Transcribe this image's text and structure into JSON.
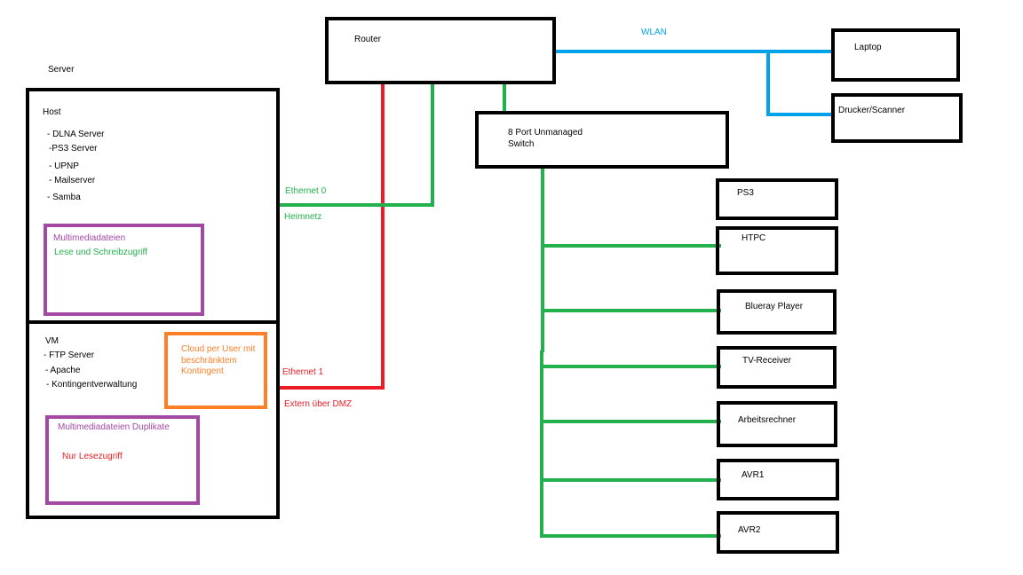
{
  "colors": {
    "black": "#000000",
    "green": "#22b14c",
    "red": "#ed1c24",
    "blue": "#00a2e8",
    "purple": "#a349a4",
    "orange": "#ff7f27"
  },
  "server": {
    "title": "Server",
    "host": {
      "title": "Host",
      "services": [
        "- DLNA Server",
        "-PS3 Server",
        "- UPNP",
        "- Mailserver",
        "- Samba"
      ],
      "media": {
        "title": "Multimediadateien",
        "access": "Lese und Schreibzugriff"
      }
    },
    "vm": {
      "title": "VM",
      "services": [
        "- FTP Server",
        "- Apache",
        "- Kontingentverwaltung"
      ],
      "cloud": [
        "Cloud per User mit",
        "beschränktem",
        "Kontingent"
      ],
      "media": {
        "title": "Multimediadateien Duplikate",
        "access": "Nur Lesezugriff"
      }
    }
  },
  "links": {
    "eth0": "Ethernet 0",
    "eth0_net": "Heimnetz",
    "eth1": "Ethernet 1",
    "eth1_net": "Extern über DMZ",
    "wlan": "WLAN"
  },
  "router": "Router",
  "switch": {
    "line1": "8 Port Unmanaged",
    "line2": "Switch"
  },
  "wireless_devices": [
    "Laptop",
    "Drucker/Scanner"
  ],
  "wired_devices": [
    "PS3",
    "HTPC",
    "Blueray Player",
    "TV-Receiver",
    "Arbeitsrechner",
    "AVR1",
    "AVR2"
  ]
}
